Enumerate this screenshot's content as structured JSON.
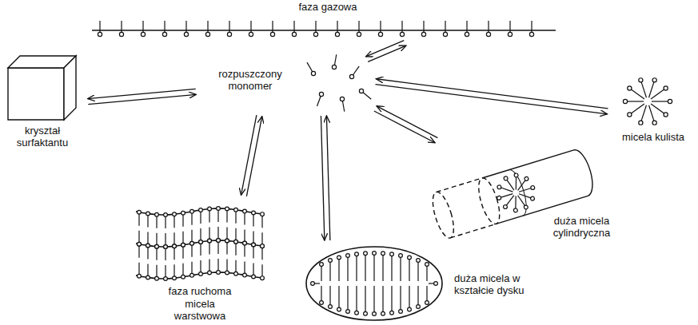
{
  "diagram": {
    "nodes": [
      {
        "text": [
          "faza gazowa"
        ]
      },
      {
        "text": [
          "kryształ surfaktantu"
        ]
      },
      {
        "text": [
          "rozpuszczony monomer"
        ]
      },
      {
        "text": [
          "micela kulista"
        ]
      },
      {
        "text": [
          "duża micela cylindryczna"
        ]
      },
      {
        "text": [
          "duża micela w kształcie dysku"
        ]
      },
      {
        "text": [
          "faza ruchoma",
          "micela warstwowa"
        ]
      }
    ],
    "edges": [
      {
        "from": 2,
        "to": 0,
        "arrow": "both"
      },
      {
        "from": 2,
        "to": 1,
        "arrow": "both"
      },
      {
        "from": 2,
        "to": 3,
        "arrow": "both"
      },
      {
        "from": 2,
        "to": 4,
        "arrow": "both"
      },
      {
        "from": 2,
        "to": 5,
        "arrow": "both"
      },
      {
        "from": 2,
        "to": 6,
        "arrow": "both"
      }
    ]
  }
}
